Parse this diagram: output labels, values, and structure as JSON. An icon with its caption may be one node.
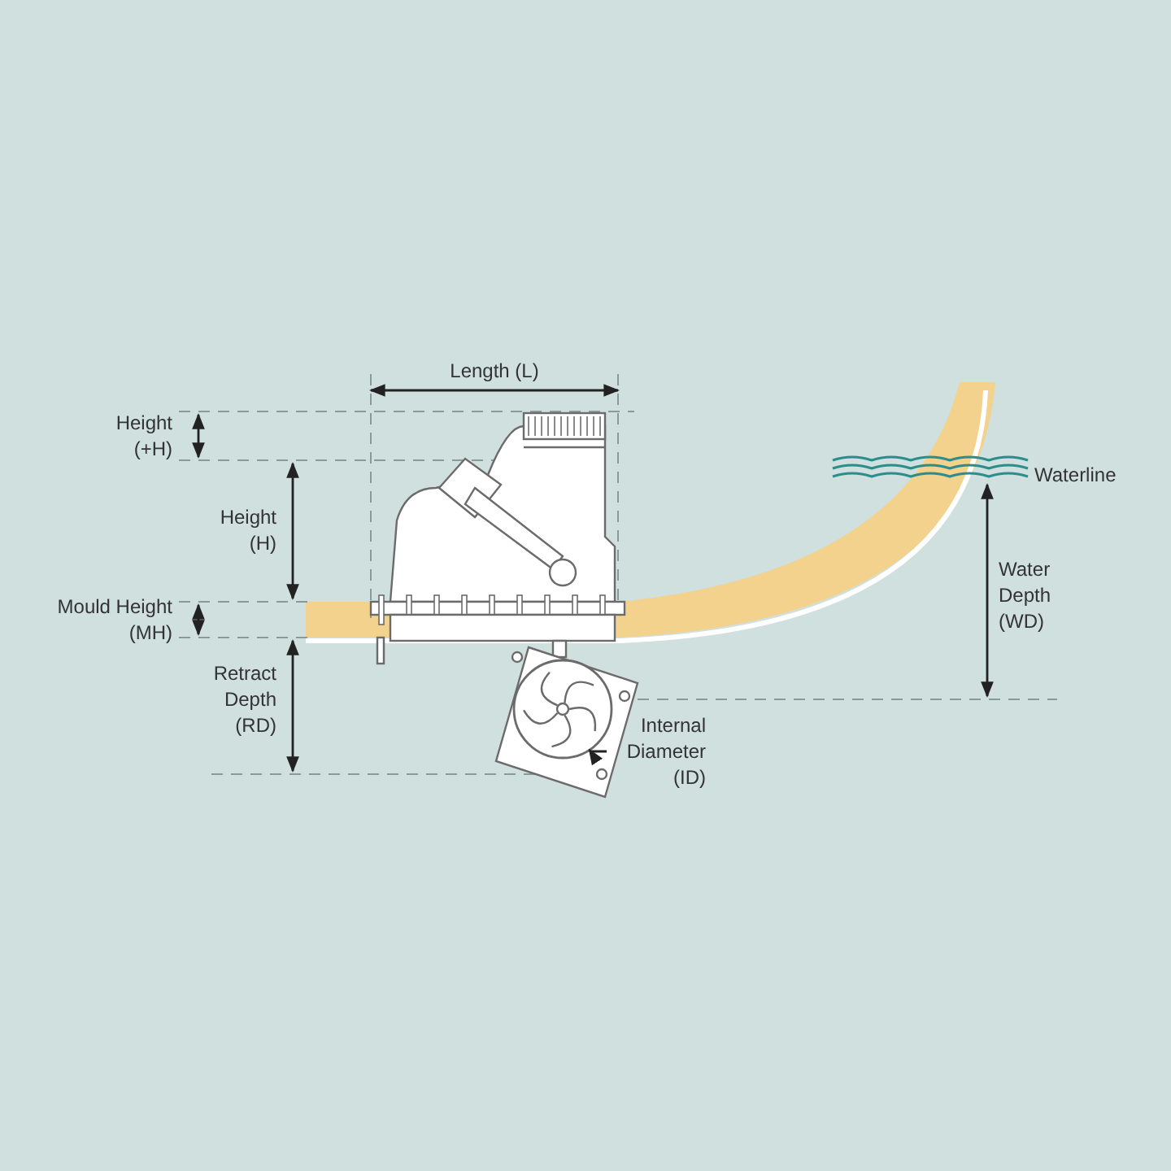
{
  "diagram": {
    "nodes": [
      {
        "text": [
          "Internal Diameter (ID)"
        ]
      },
      {
        "text": [],
        "shape": "circle"
      }
    ],
    "edges": [
      {
        "from": 0,
        "to": 1,
        "arrow": "to"
      }
    ],
    "labels": [
      "Length (L)",
      "Height (+H)",
      "Height (H)",
      "Mould Height (MH)",
      "Retract Depth (RD)",
      "Water Depth (WD)",
      "Waterline"
    ]
  }
}
